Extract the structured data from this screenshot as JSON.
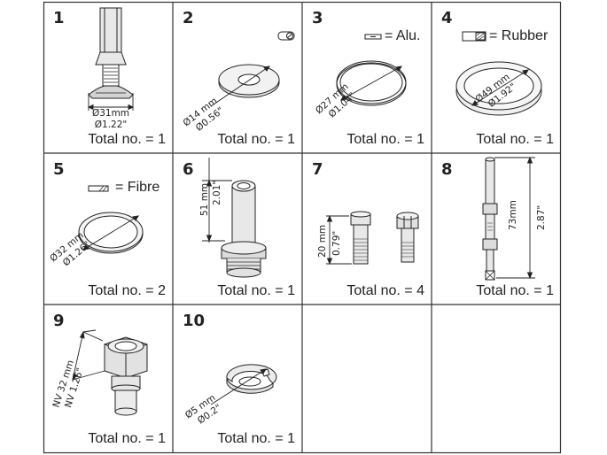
{
  "items": [
    {
      "number": "1",
      "total": "Total no. = 1",
      "dim_mm": "Ø31mm",
      "dim_in": "Ø1.22\""
    },
    {
      "number": "2",
      "total": "Total no. = 1",
      "dim_mm": "Ø14 mm",
      "dim_in": "Ø0.56\""
    },
    {
      "number": "3",
      "total": "Total no. = 1",
      "dim_mm": "Ø27 mm",
      "dim_in": "Ø1.04\"",
      "legend": "= Alu."
    },
    {
      "number": "4",
      "total": "Total no. = 1",
      "dim_mm": "Ø49 mm",
      "dim_in": "Ø1.92\"",
      "legend": "= Rubber"
    },
    {
      "number": "5",
      "total": "Total no. = 2",
      "dim_mm": "Ø32 mm",
      "dim_in": "Ø1.26\"",
      "legend": "= Fibre"
    },
    {
      "number": "6",
      "total": "Total no. = 1",
      "dim_mm": "51 mm",
      "dim_in": "2.01\""
    },
    {
      "number": "7",
      "total": "Total no. = 4",
      "dim_mm": "20 mm",
      "dim_in": "0.79\""
    },
    {
      "number": "8",
      "total": "Total no. = 1",
      "dim_mm": "73mm",
      "dim_in": "2.87\""
    },
    {
      "number": "9",
      "total": "Total no. = 1",
      "dim_mm": "NV 32 mm",
      "dim_in": "NV 1.26\""
    },
    {
      "number": "10",
      "total": "Total no. = 1",
      "dim_mm": "Ø5 mm",
      "dim_in": "Ø0.2\""
    }
  ],
  "colors": {
    "line": "#222222",
    "part_fill": "#e8e8e8",
    "part_dark": "#9a9a9a"
  }
}
